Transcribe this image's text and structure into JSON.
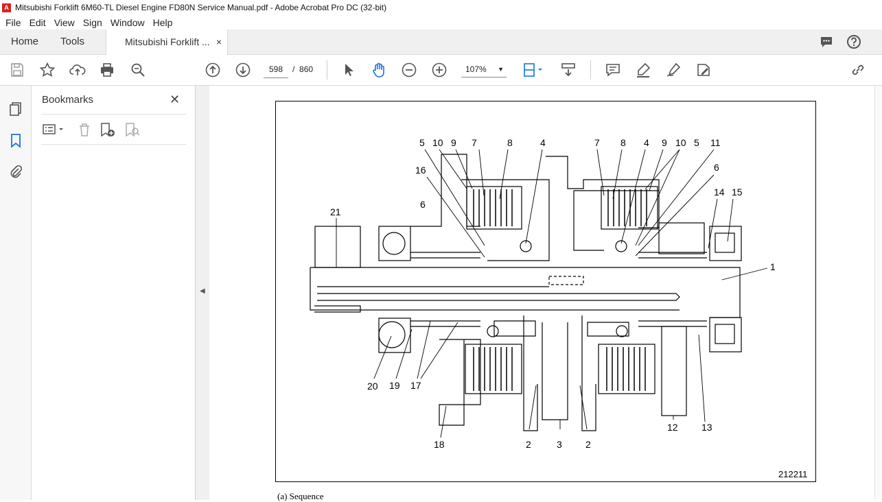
{
  "window": {
    "title": "Mitsubishi Forklift 6M60-TL Diesel Engine FD80N Service Manual.pdf - Adobe Acrobat Pro DC (32-bit)",
    "app_icon": "acrobat-icon"
  },
  "menu": [
    "File",
    "Edit",
    "View",
    "Sign",
    "Window",
    "Help"
  ],
  "tabs": {
    "home": "Home",
    "tools": "Tools",
    "doc": "Mitsubishi Forklift ...",
    "close": "×"
  },
  "toolbar": {
    "page_current": "598",
    "page_sep": "/",
    "page_total": "860",
    "zoom": "107%",
    "zoom_caret": "▼"
  },
  "bookmarks": {
    "title": "Bookmarks",
    "close": "✕"
  },
  "collapse_arrow": "◀",
  "figure": {
    "id": "212211",
    "caption": "(a) Sequence",
    "labels": [
      "1",
      "2",
      "2",
      "3",
      "4",
      "4",
      "5",
      "5",
      "6",
      "6",
      "7",
      "7",
      "8",
      "8",
      "9",
      "9",
      "10",
      "10",
      "11",
      "12",
      "13",
      "14",
      "15",
      "16",
      "17",
      "18",
      "19",
      "20",
      "21"
    ]
  },
  "colors": {
    "accent": "#1473e6",
    "acrobat_red": "#d9231d"
  }
}
